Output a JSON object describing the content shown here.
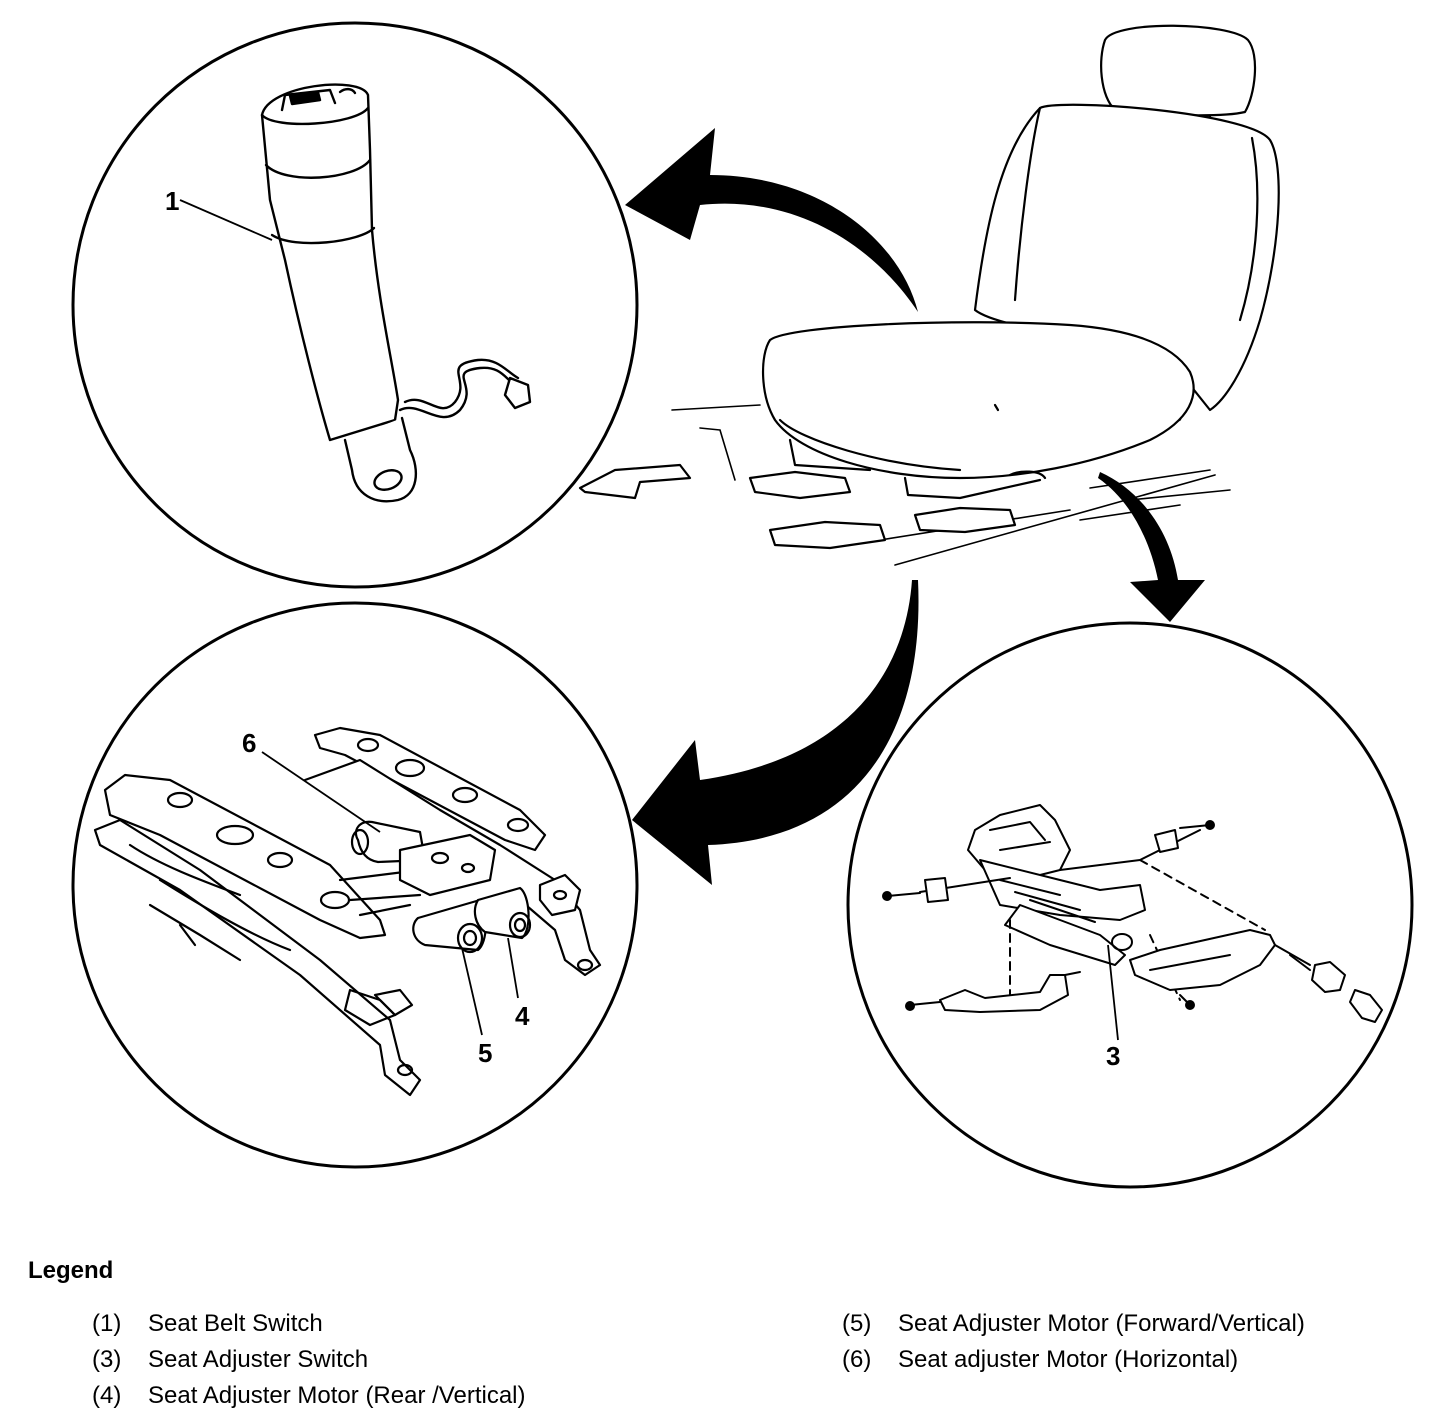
{
  "callouts": {
    "c1": "1",
    "c3": "3",
    "c4": "4",
    "c5": "5",
    "c6": "6"
  },
  "legend": {
    "title": "Legend",
    "left_items": [
      {
        "num": "(1)",
        "text": "Seat Belt Switch"
      },
      {
        "num": "(3)",
        "text": "Seat Adjuster Switch"
      },
      {
        "num": "(4)",
        "text": "Seat Adjuster Motor (Rear /Vertical)"
      }
    ],
    "right_items": [
      {
        "num": "(5)",
        "text": "Seat Adjuster Motor (Forward/Vertical)"
      },
      {
        "num": "(6)",
        "text": "Seat adjuster Motor (Horizontal)"
      }
    ]
  }
}
